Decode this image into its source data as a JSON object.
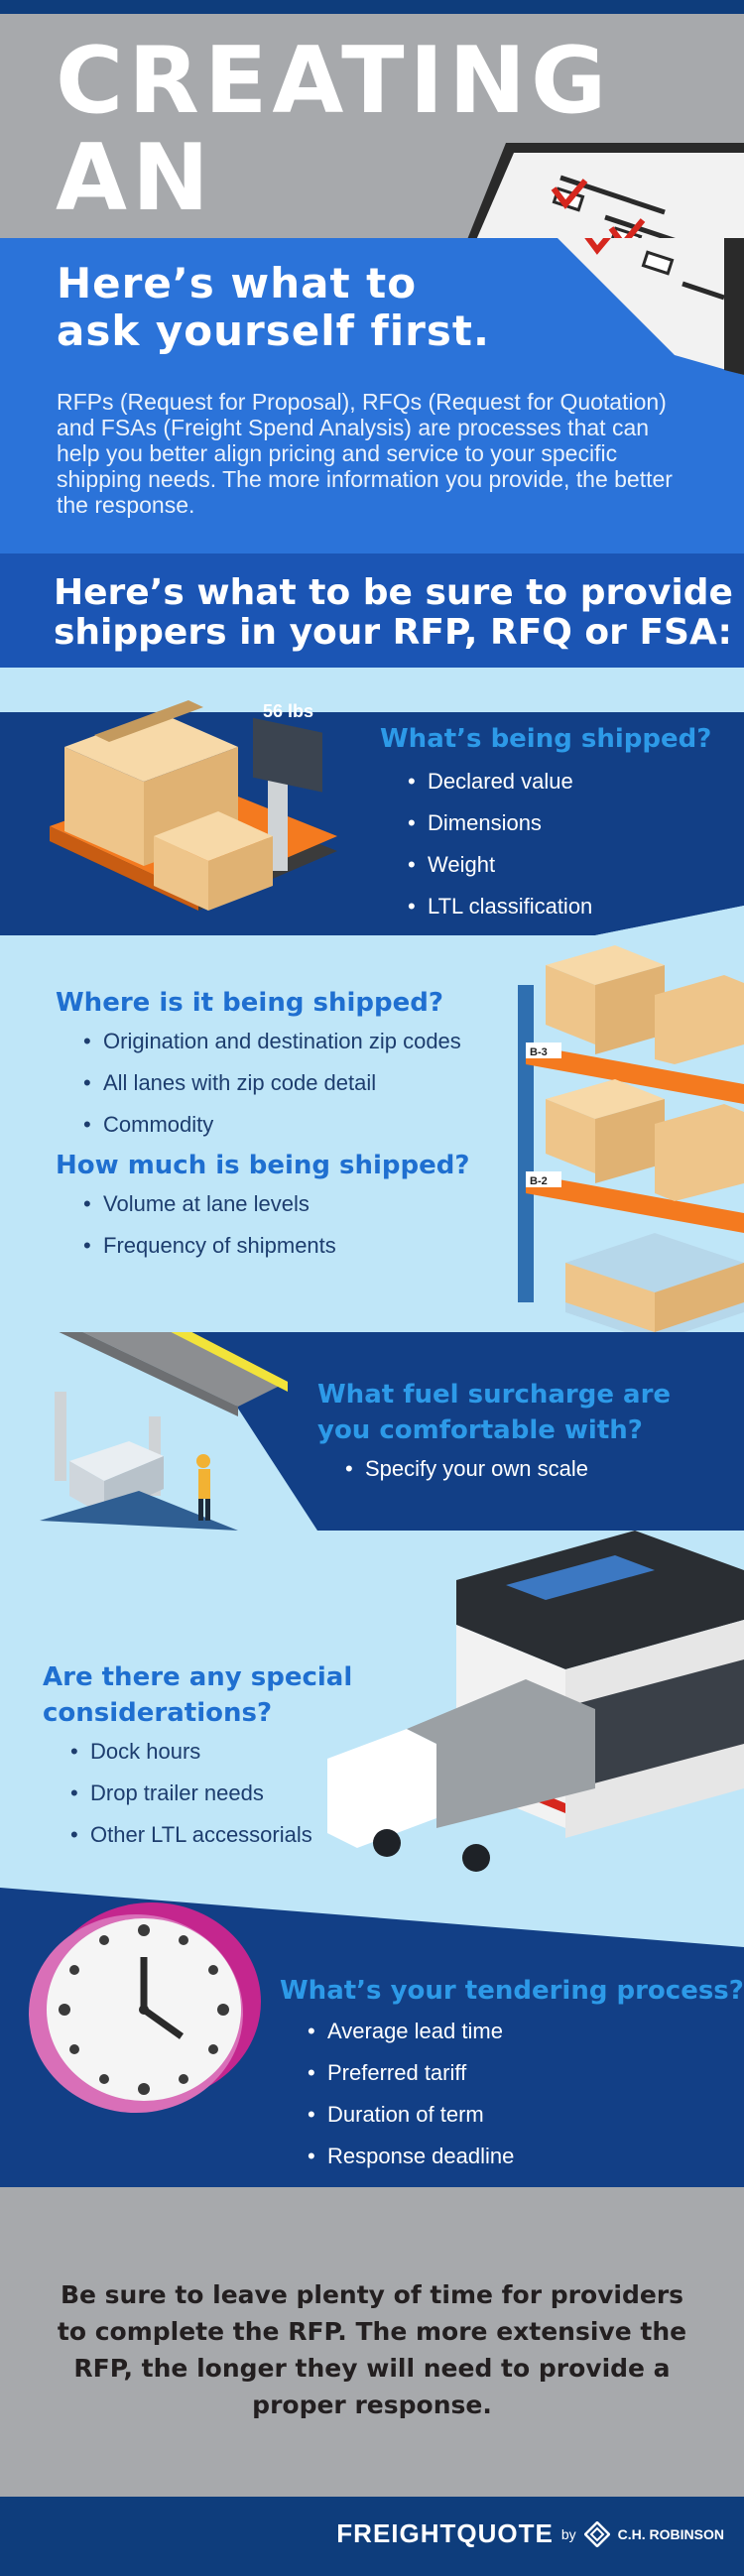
{
  "title": "CREATING AN RFP/RFQ.",
  "title_lines": [
    "CREATING AN",
    "RFP/RFQ."
  ],
  "intro": {
    "heading_lines": [
      "Here’s what to",
      "ask yourself first."
    ],
    "paragraph": "RFPs (Request for Proposal), RFQs (Request for Quotation) and FSAs (Freight Spend Analysis) are processes that can help you better align pricing and service to your specific shipping needs. The more information you provide, the better the response."
  },
  "provide": {
    "heading_lines": [
      "Here’s what to be sure to provide",
      "shippers in your RFP, RFQ or FSA:"
    ]
  },
  "scale_label": "56 lbs",
  "rack_labels": [
    "B-3",
    "B-2"
  ],
  "sections": {
    "shipped": {
      "heading": "What’s being shipped?",
      "items": [
        "Declared value",
        "Dimensions",
        "Weight",
        "LTL classification"
      ]
    },
    "where": {
      "heading": "Where is it being shipped?",
      "items": [
        "Origination and destination zip codes",
        "All lanes with zip code detail",
        "Commodity"
      ]
    },
    "how_much": {
      "heading": "How much is being shipped?",
      "items": [
        "Volume at lane levels",
        "Frequency of shipments"
      ]
    },
    "fuel": {
      "heading_lines": [
        "What fuel surcharge are",
        "you comfortable with?"
      ],
      "items": [
        "Specify your own scale"
      ]
    },
    "special": {
      "heading_lines": [
        "Are there any special",
        "considerations?"
      ],
      "items": [
        "Dock hours",
        "Drop trailer needs",
        "Other LTL accessorials"
      ]
    },
    "tendering": {
      "heading": "What’s your tendering process?",
      "items": [
        "Average lead time",
        "Preferred tariff",
        "Duration of term",
        "Response deadline"
      ]
    }
  },
  "closing_note": "Be sure to leave plenty of time for providers to complete the RFP. The more extensive the RFP, the longer they will need to provide a proper response.",
  "brand": {
    "freightquote": "FREIGHTQUOTE",
    "by": "by",
    "chrobinson": "C.H. ROBINSON"
  },
  "colors": {
    "navy": "#0e3d7c",
    "blue": "#2b73d9",
    "light_blue_bg": "#bfe6f8",
    "dark_band": "#123f86",
    "accent_blue": "#2d9ae8",
    "gray": "#a7a9ac",
    "orange": "#f47a1f",
    "magenta": "#c4268e"
  },
  "icons": [
    "clipboard-checklist-icon",
    "package-scale-icon",
    "warehouse-shelves-icon",
    "gas-station-icon",
    "warehouse-truck-icon",
    "clock-icon",
    "chrobinson-logo-icon"
  ]
}
